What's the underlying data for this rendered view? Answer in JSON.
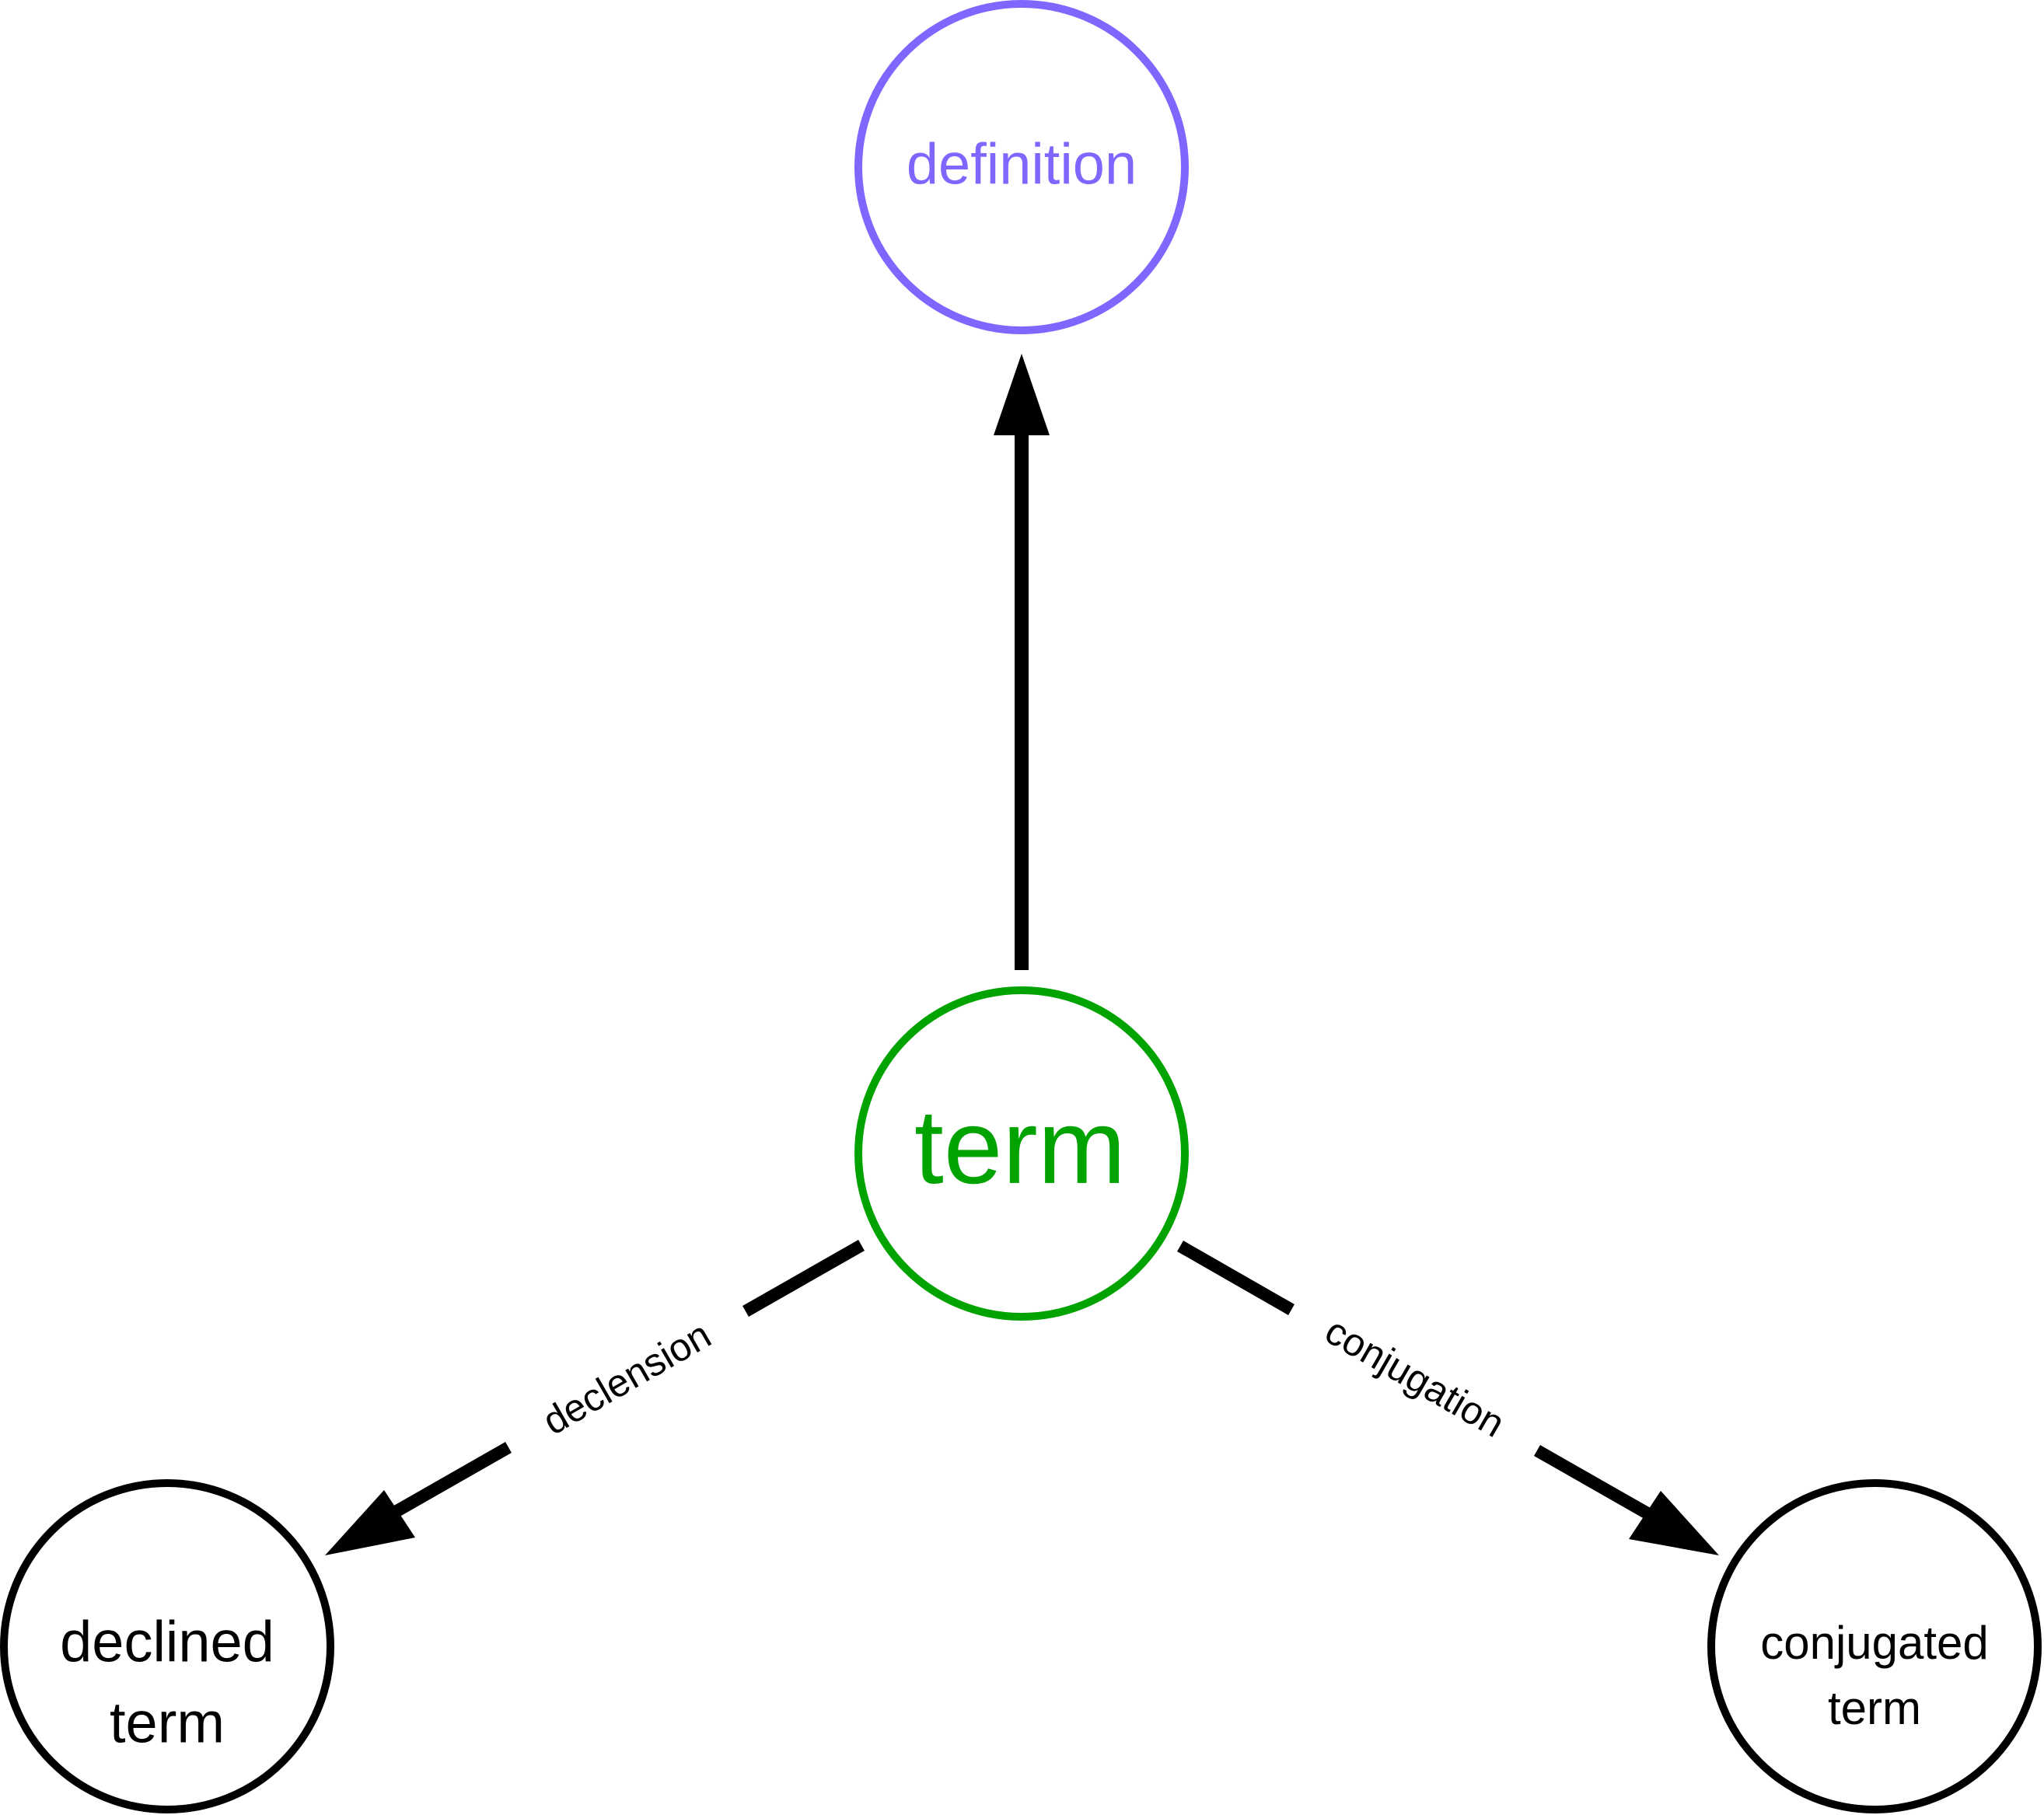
{
  "colors": {
    "term": "#00A300",
    "definition": "#7F66FF",
    "default": "#000000",
    "background": "#FFFFFF"
  },
  "nodes": {
    "term": {
      "label": "term"
    },
    "definition": {
      "label": "definition"
    },
    "declined": {
      "line1": "declined",
      "line2": "term"
    },
    "conjugated": {
      "line1": "conjugated",
      "line2": "term"
    }
  },
  "edges": {
    "declension": {
      "label": "declension"
    },
    "conjugation": {
      "label": "conjugation"
    }
  }
}
